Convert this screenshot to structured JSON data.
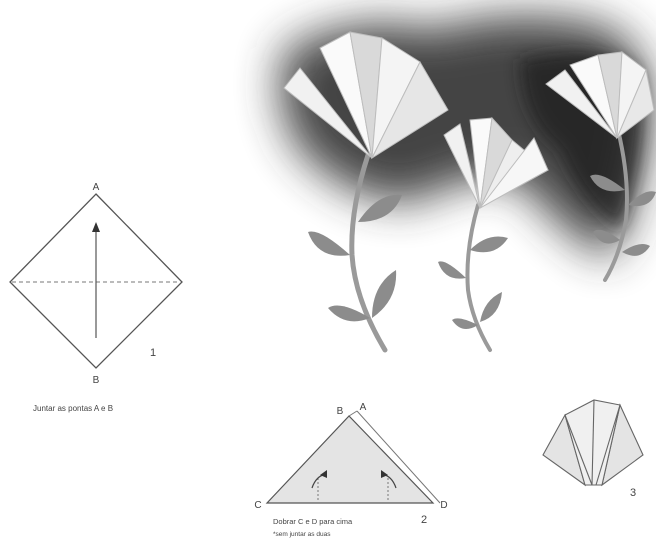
{
  "step1": {
    "point_top": "A",
    "point_bottom": "B",
    "step_number": "1",
    "caption": "Juntar as pontas A e B"
  },
  "step2": {
    "point_b": "B",
    "point_a": "A",
    "point_c": "C",
    "point_d": "D",
    "step_number": "2",
    "caption_line1": "Dobrar C e D para cima",
    "caption_line2": "*sem juntar as duas"
  },
  "step3": {
    "step_number": "3"
  },
  "colors": {
    "paper": "#ffffff",
    "petal_fill": "#f1f1f1",
    "petal_shade": "#d6d6d6",
    "leaf": "#8c8c8c",
    "stem": "#9a9a9a",
    "smoke": "#2a2a2a",
    "line": "#555555",
    "triangle_fill": "#e4e4e4"
  }
}
